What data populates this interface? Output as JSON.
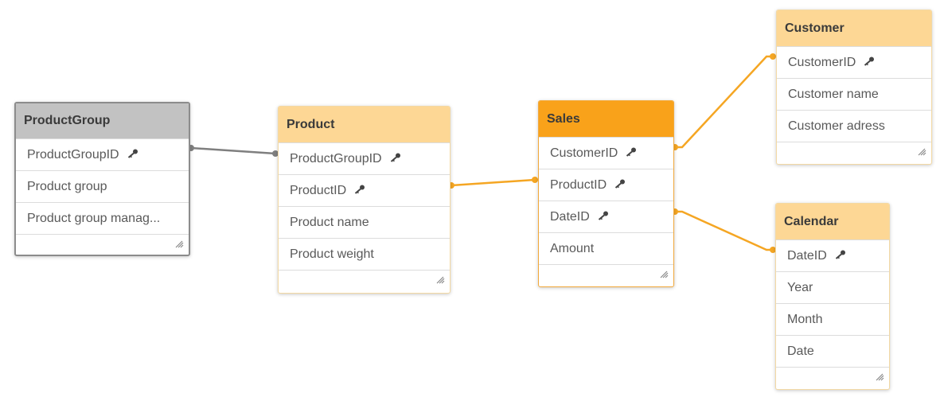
{
  "colors": {
    "link_active": "#f5a623",
    "link_inactive": "#7f7f7f",
    "header_normal": "#fdd795",
    "header_selected": "#f9a21a",
    "header_gray": "#c2c2c2"
  },
  "tables": {
    "productgroup": {
      "title": "ProductGroup",
      "fields": [
        "ProductGroupID",
        "Product group",
        "Product group manag..."
      ]
    },
    "product": {
      "title": "Product",
      "fields": [
        "ProductGroupID",
        "ProductID",
        "Product name",
        "Product weight"
      ]
    },
    "sales": {
      "title": "Sales",
      "fields": [
        "CustomerID",
        "ProductID",
        "DateID",
        "Amount"
      ]
    },
    "customer": {
      "title": "Customer",
      "fields": [
        "CustomerID",
        "Customer name",
        "Customer adress"
      ]
    },
    "calendar": {
      "title": "Calendar",
      "fields": [
        "DateID",
        "Year",
        "Month",
        "Date"
      ]
    }
  },
  "icons": {
    "key": "key-icon",
    "resize": "resize-grip-icon"
  }
}
